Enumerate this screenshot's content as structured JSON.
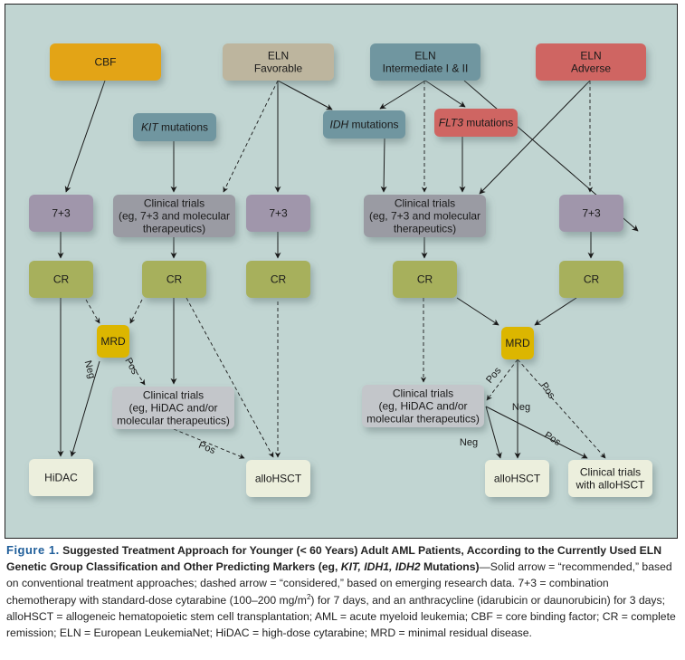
{
  "diagram": {
    "background": "#c1d5d2",
    "colors": {
      "cbf": "#e3a414",
      "eln_favorable": "#bdb59e",
      "eln_intermediate": "#6f96a0",
      "eln_adverse": "#cf6562",
      "mutation_teal": "#6f96a0",
      "mutation_red": "#cf6562",
      "induction": "#a096ab",
      "clinical_trial_induction": "#9a9ba3",
      "cr": "#a7b05b",
      "mrd": "#dcb600",
      "clinical_trial_consolidation": "#c3c6ca",
      "outcome": "#ecefdd"
    },
    "nodes": [
      {
        "id": "cbf",
        "lines": [
          "CBF"
        ]
      },
      {
        "id": "eln_fav",
        "lines": [
          "ELN",
          "Favorable"
        ]
      },
      {
        "id": "eln_int",
        "lines": [
          "ELN",
          "Intermediate I & II"
        ]
      },
      {
        "id": "eln_adv",
        "lines": [
          "ELN",
          "Adverse"
        ]
      },
      {
        "id": "kit",
        "lines": [
          "KIT mutations"
        ],
        "italic_prefix": "KIT"
      },
      {
        "id": "idh",
        "lines": [
          "IDH mutations"
        ],
        "italic_prefix": "IDH"
      },
      {
        "id": "flt3",
        "lines": [
          "FLT3 mutations"
        ],
        "italic_prefix": "FLT3"
      },
      {
        "id": "ind1",
        "lines": [
          "7+3"
        ]
      },
      {
        "id": "ct1",
        "lines": [
          "Clinical trials",
          "(eg, 7+3 and molecular",
          "therapeutics)"
        ]
      },
      {
        "id": "ind2",
        "lines": [
          "7+3"
        ]
      },
      {
        "id": "ct2",
        "lines": [
          "Clinical trials",
          "(eg, 7+3 and molecular",
          "therapeutics)"
        ]
      },
      {
        "id": "ind3",
        "lines": [
          "7+3"
        ]
      },
      {
        "id": "cr1",
        "lines": [
          "CR"
        ]
      },
      {
        "id": "cr2",
        "lines": [
          "CR"
        ]
      },
      {
        "id": "cr3",
        "lines": [
          "CR"
        ]
      },
      {
        "id": "cr4",
        "lines": [
          "CR"
        ]
      },
      {
        "id": "cr5",
        "lines": [
          "CR"
        ]
      },
      {
        "id": "mrd1",
        "lines": [
          "MRD"
        ]
      },
      {
        "id": "mrd2",
        "lines": [
          "MRD"
        ]
      },
      {
        "id": "ctc1",
        "lines": [
          "Clinical trials",
          "(eg, HiDAC and/or",
          "molecular therapeutics)"
        ]
      },
      {
        "id": "ctc2",
        "lines": [
          "Clinical trials",
          "(eg, HiDAC and/or",
          "molecular therapeutics)"
        ]
      },
      {
        "id": "hidac",
        "lines": [
          "HiDAC"
        ]
      },
      {
        "id": "allo1",
        "lines": [
          "alloHSCT"
        ]
      },
      {
        "id": "allo2",
        "lines": [
          "alloHSCT"
        ]
      },
      {
        "id": "ctallo",
        "lines": [
          "Clinical trials",
          "with alloHSCT"
        ]
      }
    ],
    "edges": [
      {
        "from": "cbf",
        "to": "ind1",
        "style": "solid"
      },
      {
        "from": "eln_fav",
        "to": "ct1",
        "style": "dashed"
      },
      {
        "from": "eln_fav",
        "to": "ind2",
        "style": "solid"
      },
      {
        "from": "eln_fav",
        "to": "idh",
        "style": "solid"
      },
      {
        "from": "kit",
        "to": "ct1",
        "style": "solid"
      },
      {
        "from": "eln_int",
        "to": "idh",
        "style": "solid"
      },
      {
        "from": "eln_int",
        "to": "flt3",
        "style": "solid"
      },
      {
        "from": "eln_int",
        "to": "ct2",
        "style": "dashed"
      },
      {
        "from": "eln_int",
        "to": "ind3",
        "style": "solid"
      },
      {
        "from": "eln_adv",
        "to": "ct2",
        "style": "solid"
      },
      {
        "from": "eln_adv",
        "to": "ind3",
        "style": "dashed"
      },
      {
        "from": "idh",
        "to": "ct2",
        "style": "solid"
      },
      {
        "from": "flt3",
        "to": "ct2",
        "style": "solid"
      },
      {
        "from": "ind1",
        "to": "cr1",
        "style": "solid"
      },
      {
        "from": "ct1",
        "to": "cr2",
        "style": "solid"
      },
      {
        "from": "ind2",
        "to": "cr3",
        "style": "solid"
      },
      {
        "from": "ct2",
        "to": "cr4",
        "style": "solid"
      },
      {
        "from": "ind3",
        "to": "cr5",
        "style": "solid"
      },
      {
        "from": "cr1",
        "to": "mrd1",
        "style": "dashed"
      },
      {
        "from": "cr2",
        "to": "mrd1",
        "style": "dashed"
      },
      {
        "from": "cr1",
        "to": "hidac",
        "style": "solid"
      },
      {
        "from": "cr2",
        "to": "ctc1",
        "style": "solid"
      },
      {
        "from": "cr2",
        "to": "allo1",
        "style": "dashed"
      },
      {
        "from": "cr3",
        "to": "allo1",
        "style": "dashed"
      },
      {
        "from": "mrd1",
        "to": "hidac",
        "style": "solid",
        "label": "Neg"
      },
      {
        "from": "mrd1",
        "to": "ctc1",
        "style": "dashed",
        "label": "Pos"
      },
      {
        "from": "ctc1",
        "to": "allo1",
        "style": "dashed",
        "label": "Pos"
      },
      {
        "from": "cr4",
        "to": "mrd2",
        "style": "solid"
      },
      {
        "from": "cr5",
        "to": "mrd2",
        "style": "solid"
      },
      {
        "from": "cr4",
        "to": "ctc2",
        "style": "dashed"
      },
      {
        "from": "mrd2",
        "to": "ctc2",
        "style": "dashed",
        "label": "Pos"
      },
      {
        "from": "mrd2",
        "to": "allo2",
        "style": "solid",
        "label": "Neg"
      },
      {
        "from": "mrd2",
        "to": "ctallo",
        "style": "dashed",
        "label": "Pos"
      },
      {
        "from": "ctc2",
        "to": "allo2",
        "style": "solid",
        "label": "Neg"
      },
      {
        "from": "ctc2",
        "to": "ctallo",
        "style": "solid",
        "label": "Pos"
      }
    ]
  },
  "caption": {
    "label": "Figure 1.",
    "title_part1": "Suggested Treatment Approach for Younger (< 60 Years) Adult AML Patients, According to the Currently Used ELN Genetic Group Classification and Other Predicting Markers (eg, ",
    "title_italic": "KIT, IDH1, IDH2",
    "title_part2": " Mutations)",
    "body_part1": "—Solid arrow = “recommended,” based on conventional treatment approaches; dashed arrow = “considered,” based on emerging research data. 7+3 = combination chemotherapy with standard-dose cytarabine (100–200 mg/m",
    "body_sup": "2",
    "body_part2": ") for 7 days, and an anthracycline (idarubicin or daunorubicin) for 3 days; alloHSCT = allogeneic hematopoietic stem cell transplantation; AML = acute myeloid leukemia; CBF = core binding factor; CR = complete remission; ELN = European LeukemiaNet; HiDAC = high-dose cytarabine; MRD = minimal residual disease."
  }
}
